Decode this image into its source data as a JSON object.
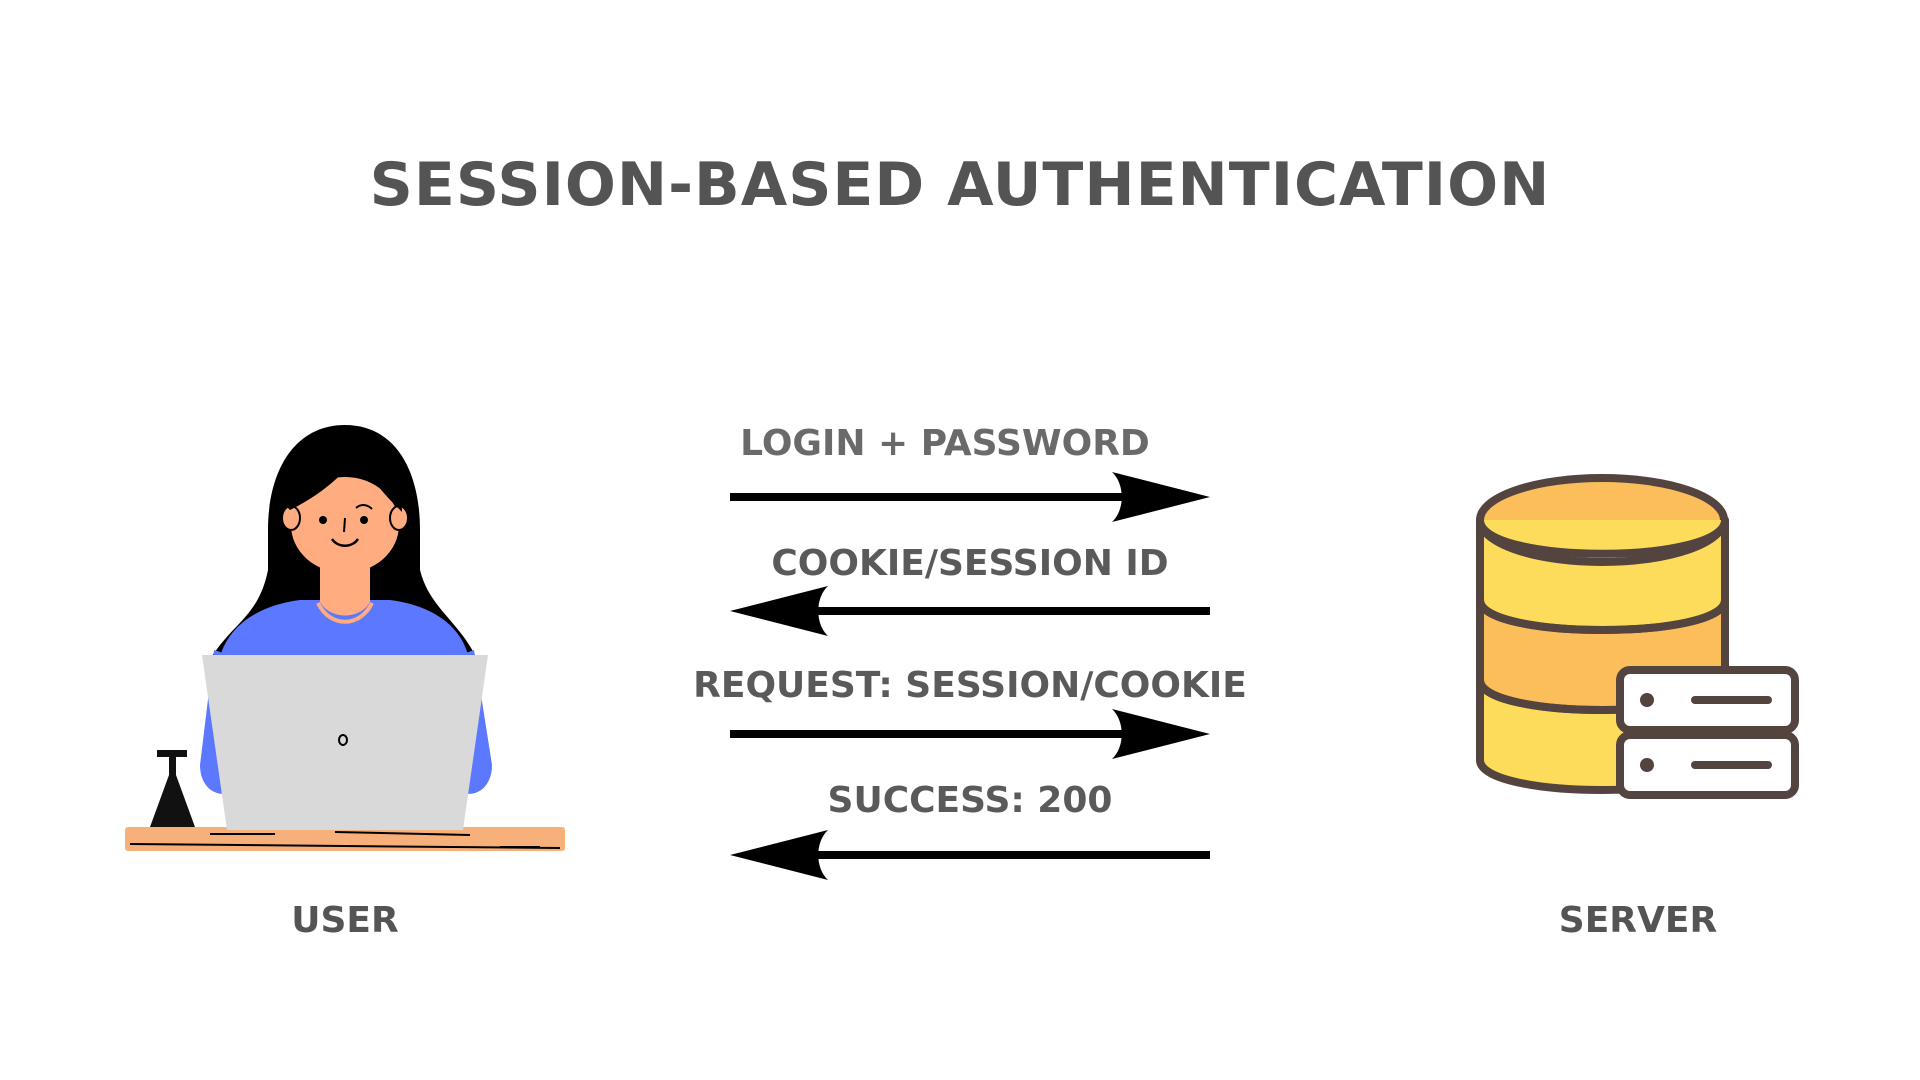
{
  "title": "SESSION-BASED AUTHENTICATION",
  "messages": [
    {
      "label": "LOGIN + PASSWORD",
      "direction": "right"
    },
    {
      "label": "COOKIE/SESSION ID",
      "direction": "left"
    },
    {
      "label": "REQUEST: SESSION/COOKIE",
      "direction": "right"
    },
    {
      "label": "SUCCESS: 200",
      "direction": "left"
    }
  ],
  "nodes": {
    "user": {
      "label": "USER",
      "icon": "user-at-laptop-icon"
    },
    "server": {
      "label": "SERVER",
      "icon": "database-server-icon"
    }
  },
  "colors": {
    "text": "#545454",
    "arrow": "#000000",
    "skin": "#FFAC80",
    "shirt": "#5B78FF",
    "laptop": "#D9D9D9",
    "desk": "#F7B07A",
    "db_top": "#FCBE5B",
    "db_band": "#FDDC5C",
    "db_outline": "#54443F",
    "server_box": "#FFFFFF"
  }
}
